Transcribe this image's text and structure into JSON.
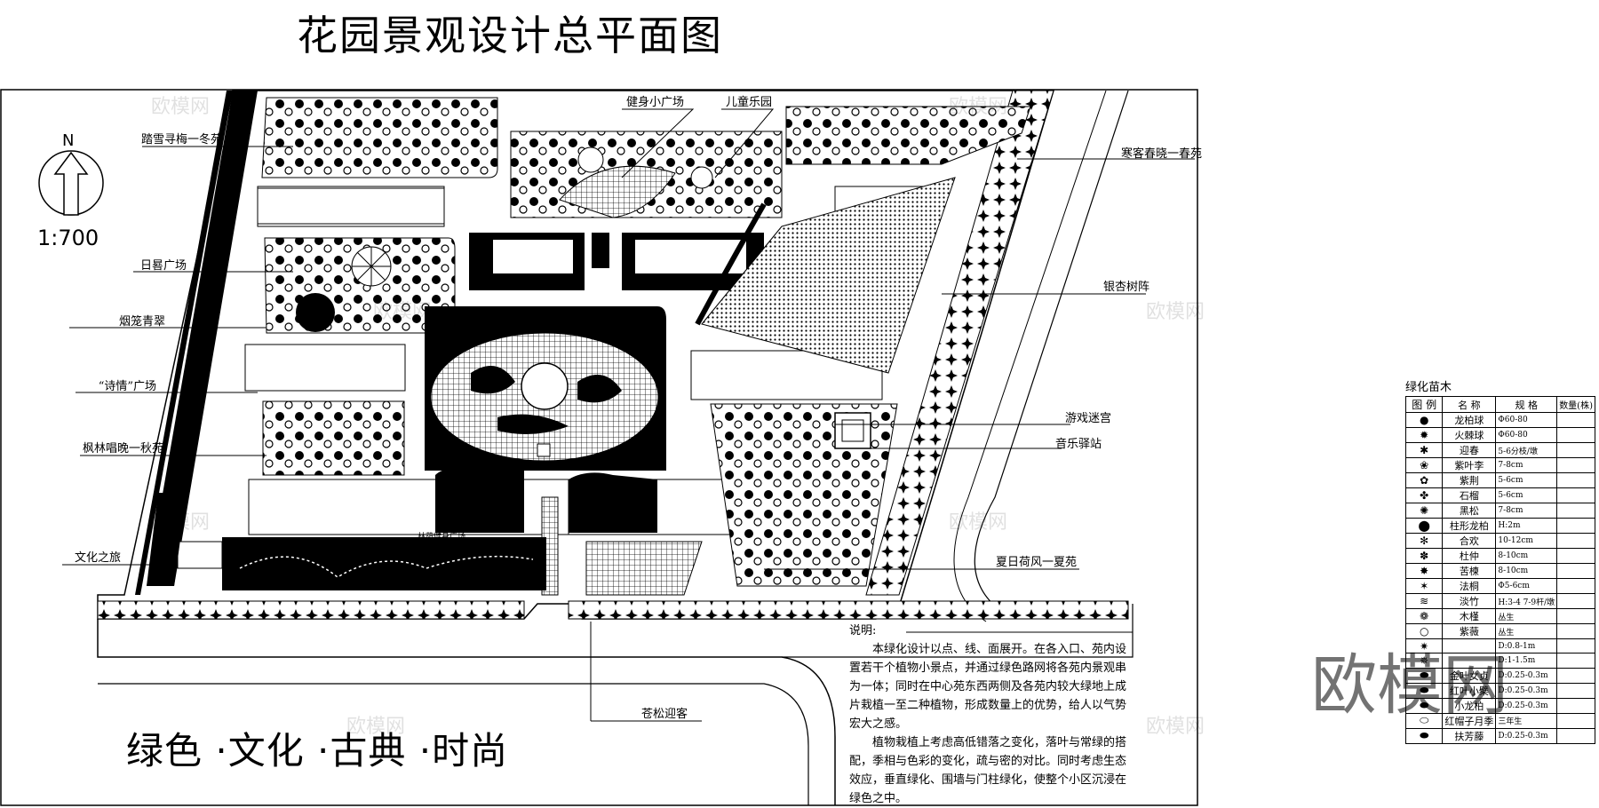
{
  "title": "花园景观设计总平面图",
  "slogan": "绿色 ·文化 ·古典 ·时尚",
  "scale": "1:700",
  "north": "N",
  "labels": {
    "winter": "踏雪寻梅一冬苑",
    "sundial": "日晷广场",
    "mist": "烟笼青翠",
    "poetry": "“诗情”广场",
    "autumn": "枫林唱晚一秋苑",
    "culture": "文化之旅",
    "fitness": "健身小广场",
    "kids": "儿童乐园",
    "spring": "寒客春晓一春苑",
    "ginkgo": "银杏树阵",
    "maze": "游戏迷宫",
    "music": "音乐驿站",
    "summer": "夏日荷风一夏苑",
    "pines": "苍松迎客",
    "plaza_small": "林荫健身广场"
  },
  "notes": {
    "heading": "说明:",
    "p1": "本绿化设计以点、线、面展开。在各入口、苑内设置若干个植物小景点，并通过绿色路网将各苑内景观串为一体；同时在中心苑东西两侧及各苑内较大绿地上成片栽植一至二种植物，形成数量上的优势，给人以气势宏大之感。",
    "p2": "植物栽植上考虑高低错落之变化，落叶与常绿的搭配，季相与色彩的变化，疏与密的对比。同时考虑生态效应，垂直绿化、围墙与门柱绿化，使整个小区沉浸在绿色之中。"
  },
  "legend": {
    "caption": "绿化苗木",
    "headers": [
      "图 例",
      "名 称",
      "规 格",
      "数量(株)"
    ],
    "rows": [
      {
        "icon": "dot-icon",
        "glyph": "●",
        "name": "龙柏球",
        "spec": "Φ60-80"
      },
      {
        "icon": "burst-icon",
        "glyph": "✹",
        "name": "火棘球",
        "spec": "Φ60-80"
      },
      {
        "icon": "star-icon",
        "glyph": "✱",
        "name": "迎春",
        "spec": "5-6分枝/墩"
      },
      {
        "icon": "flower-icon",
        "glyph": "❀",
        "name": "紫叶李",
        "spec": "7-8cm"
      },
      {
        "icon": "flower-icon",
        "glyph": "✿",
        "name": "紫荆",
        "spec": "5-6cm"
      },
      {
        "icon": "clover-icon",
        "glyph": "✤",
        "name": "石榴",
        "spec": "5-6cm"
      },
      {
        "icon": "pine-icon",
        "glyph": "✺",
        "name": "黑松",
        "spec": "7-8cm"
      },
      {
        "icon": "dot-icon",
        "glyph": "⬤",
        "name": "柱形龙柏",
        "spec": "H:2m"
      },
      {
        "icon": "cross-icon",
        "glyph": "✻",
        "name": "合欢",
        "spec": "10-12cm"
      },
      {
        "icon": "swirl-icon",
        "glyph": "✽",
        "name": "杜仲",
        "spec": "8-10cm"
      },
      {
        "icon": "spike-icon",
        "glyph": "✸",
        "name": "苦楝",
        "spec": "8-10cm"
      },
      {
        "icon": "star-icon",
        "glyph": "✶",
        "name": "法桐",
        "spec": "Φ5-6cm"
      },
      {
        "icon": "bamboo-icon",
        "glyph": "≋",
        "name": "淡竹",
        "spec": "H:3-4 7-9杆/墩"
      },
      {
        "icon": "flower-icon",
        "glyph": "❁",
        "name": "木槿",
        "spec": "丛生"
      },
      {
        "icon": "circle-icon",
        "glyph": "○",
        "name": "紫薇",
        "spec": "丛生"
      },
      {
        "icon": "spike-icon",
        "glyph": "✷",
        "name": "",
        "spec": "D:0.8-1m"
      },
      {
        "icon": "burst-icon",
        "glyph": "✵",
        "name": "",
        "spec": "D:1-1.5m"
      },
      {
        "icon": "ellipse-icon",
        "glyph": "⬬",
        "name": "金叶女贞",
        "spec": "D:0.25-0.3m"
      },
      {
        "icon": "ellipse-icon",
        "glyph": "⬬",
        "name": "红叶小檗",
        "spec": "D:0.25-0.3m"
      },
      {
        "icon": "ellipse-icon",
        "glyph": "⬬",
        "name": "小龙柏",
        "spec": "D:0.25-0.3m"
      },
      {
        "icon": "ellipse-outline-icon",
        "glyph": "⬭",
        "name": "红帽子月季",
        "spec": "三年生"
      },
      {
        "icon": "ellipse-icon",
        "glyph": "⬬",
        "name": "扶芳藤",
        "spec": "D:0.25-0.3m"
      }
    ]
  },
  "watermark": "欧模网"
}
